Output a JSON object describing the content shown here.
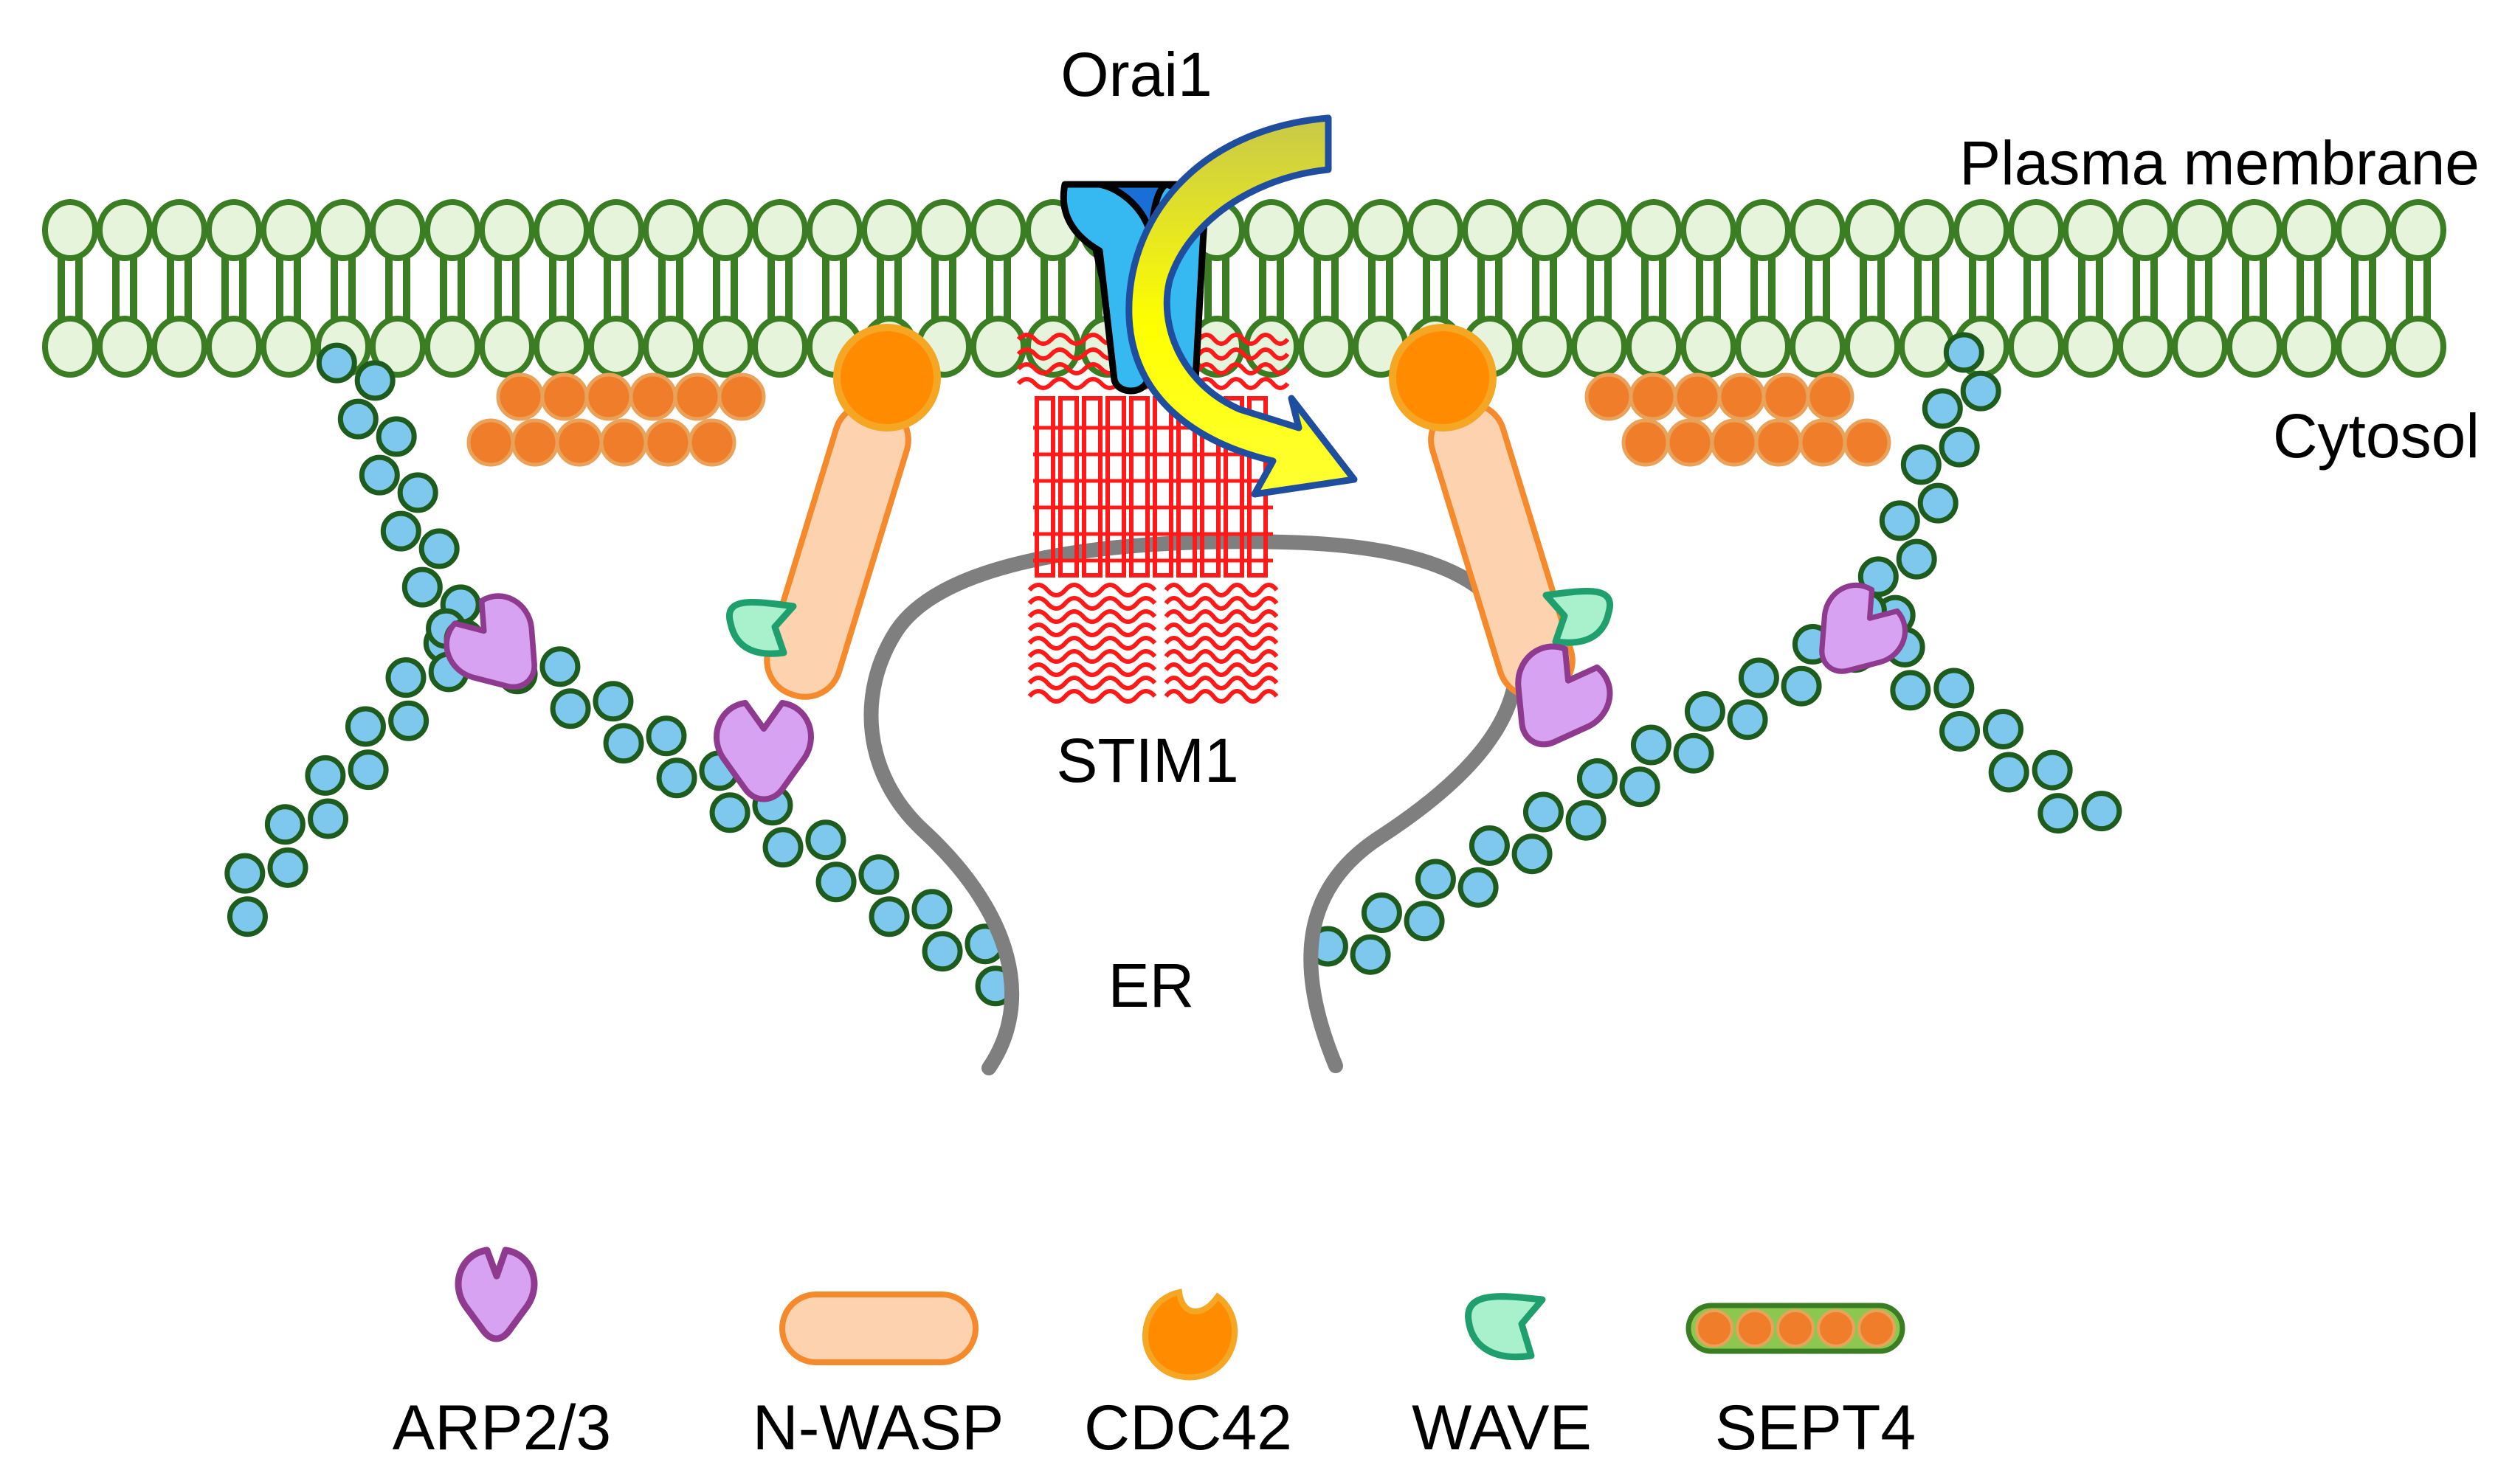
{
  "labels": {
    "orai1": "Orai1",
    "plasma_membrane": "Plasma membrane",
    "cytosol": "Cytosol",
    "stim1": "STIM1",
    "er": "ER"
  },
  "legend": [
    {
      "key": "arp23",
      "label": "ARP2/3",
      "icon": "arp23-icon"
    },
    {
      "key": "nwasp",
      "label": "N-WASP",
      "icon": "nwasp-icon"
    },
    {
      "key": "cdc42",
      "label": "CDC42",
      "icon": "cdc42-icon"
    },
    {
      "key": "wave",
      "label": "WAVE",
      "icon": "wave-icon"
    },
    {
      "key": "sept4",
      "label": "SEPT4",
      "icon": "sept4-icon"
    }
  ],
  "colors": {
    "membrane_head_fill": "#e6f4dc",
    "membrane_stroke": "#3a7d23",
    "actin_fill": "#7ec8ee",
    "actin_stroke": "#1e5c1e",
    "arp23_fill": "#d8a2f2",
    "arp23_stroke": "#8e3a8e",
    "nwasp_fill": "#fdd2ae",
    "nwasp_stroke": "#f48a2c",
    "cdc42_fill": "#ff8c00",
    "wave_fill": "#a9f0cd",
    "wave_stroke": "#1f9e6e",
    "sept4_fill": "#f07d2a",
    "stim1": "#ff1a1a",
    "er": "#7f7f7f",
    "orai_light": "#36b8f0",
    "orai_dark": "#1a6fd6",
    "arrow_fill": "#ffff00",
    "arrow_stroke": "#1f4e9e"
  }
}
